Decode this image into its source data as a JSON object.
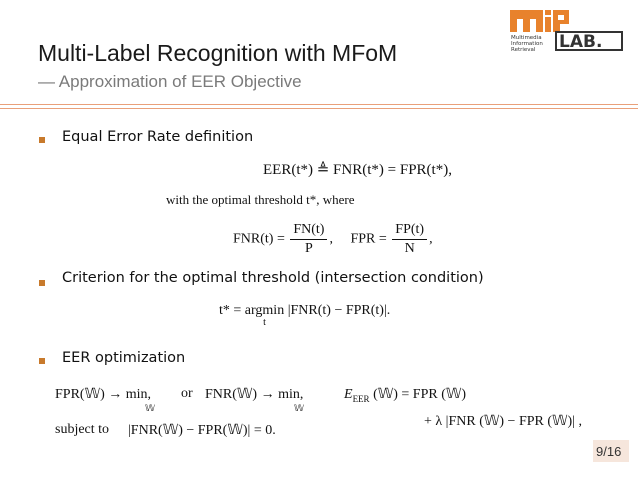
{
  "slide": {
    "title": "Multi-Label Recognition with MFoM",
    "subtitle": "— Approximation of EER Objective",
    "page": "9/16"
  },
  "logo": {
    "mark_left": "MiR",
    "mark_right": "LAB.",
    "lines": [
      "Multimedia",
      "Information",
      "Retrieval"
    ],
    "colors": {
      "orange": "#e8822c",
      "dark": "#333333"
    }
  },
  "bullets": [
    {
      "label": "Equal Error Rate definition"
    },
    {
      "label": "Criterion for the optimal threshold (intersection condition)"
    },
    {
      "label": "EER optimization"
    }
  ],
  "equations": {
    "eer_def": "EER(t*) ≜ FNR(t*) = FPR(t*),",
    "threshold_text": "with the optimal threshold t*, where",
    "fnr_lhs": "FNR(t) =",
    "fnr_num": "FN(t)",
    "fnr_den": "P",
    "fpr_lhs": "FPR =",
    "fpr_num": "FP(t)",
    "fpr_den": "N",
    "argmin_lhs": "t* =",
    "argmin_op": "argmin",
    "argmin_sub": "t",
    "argmin_rhs": "|FNR(t) − FPR(t)|.",
    "opt_fpr": "FPR(𝕎) → min,",
    "opt_fpr_sub": "𝕎",
    "opt_or": "or",
    "opt_fnr": "FNR(𝕎) → min,",
    "opt_fnr_sub": "𝕎",
    "opt_subject": "subject to",
    "opt_constraint": "|FNR(𝕎) − FPR(𝕎)| = 0.",
    "eeer_lhs": "E",
    "eeer_sub": "EER",
    "eeer_rhs": "(𝕎) = FPR (𝕎)",
    "eeer_line2": "+ λ |FNR (𝕎) − FPR (𝕎)| ,"
  },
  "colors": {
    "accent": "#e9a07a",
    "bullet": "#c87a2c"
  }
}
